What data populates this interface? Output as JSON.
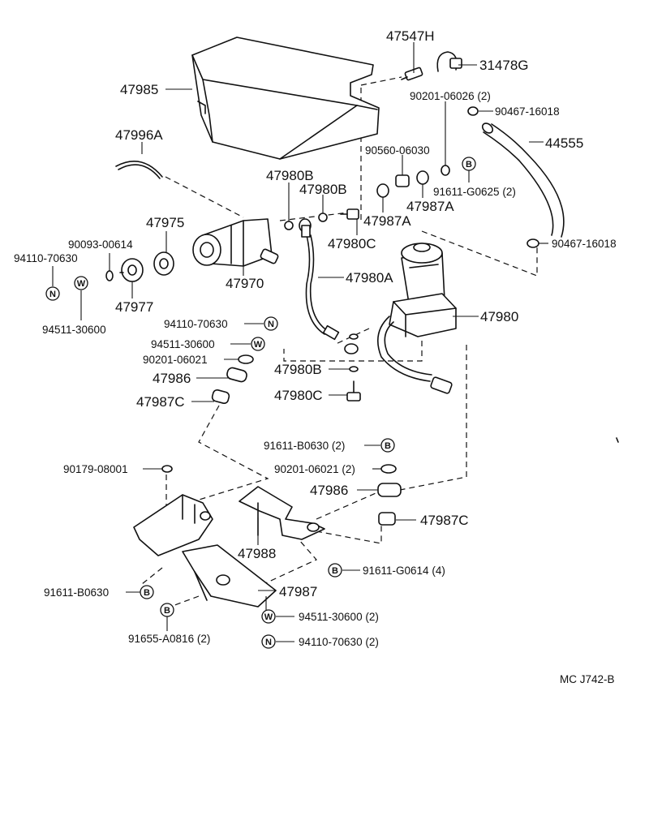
{
  "diagram": {
    "code": "MC J742-B",
    "symbols": {
      "nut": "N",
      "washer": "W",
      "bolt": "B"
    },
    "labels": {
      "p47547H": "47547H",
      "p31478G": "31478G",
      "p47985": "47985",
      "p90201_06026": "90201-06026 (2)",
      "p90467_16018_top": "90467-16018",
      "p44555": "44555",
      "p47996A": "47996A",
      "p90560_06030": "90560-06030",
      "p91611_G0625": "91611-G0625 (2)",
      "p47980B_a": "47980B",
      "p47980B_b": "47980B",
      "p47987A_a": "47987A",
      "p47987A_b": "47987A",
      "p47975": "47975",
      "p47980C_a": "47980C",
      "p90467_16018_right": "90467-16018",
      "p90093_00614": "90093-00614",
      "p94110_70630_left": "94110-70630",
      "p47970": "47970",
      "p47980A": "47980A",
      "p47977": "47977",
      "p94511_30600_left": "94511-30600",
      "p47980": "47980",
      "p94110_70630_mid": "94110-70630",
      "p94511_30600_mid": "94511-30600",
      "p90201_06021_a": "90201-06021",
      "p47986_a": "47986",
      "p47987C_a": "47987C",
      "p47980B_c": "47980B",
      "p47980C_b": "47980C",
      "p91611_B0630_2": "91611-B0630 (2)",
      "p90179_08001": "90179-08001",
      "p90201_06021_2": "90201-06021 (2)",
      "p47986_b": "47986",
      "p47987C_b": "47987C",
      "p47988": "47988",
      "p91611_G0614": "91611-G0614 (4)",
      "p91611_B0630": "91611-B0630",
      "p47987": "47987",
      "p94511_30600_2": "94511-30600 (2)",
      "p91655_A0816": "91655-A0816 (2)",
      "p94110_70630_2": "94110-70630 (2)"
    }
  }
}
